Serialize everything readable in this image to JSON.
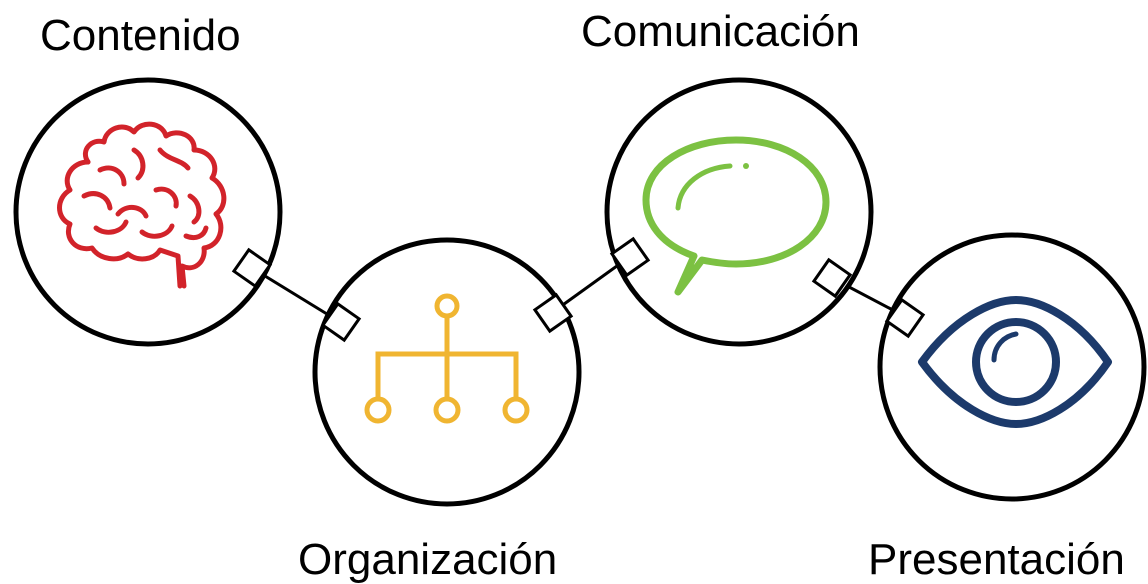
{
  "labels": {
    "contenido": "Contenido",
    "comunicacion": "Comunicación",
    "organizacion": "Organización",
    "presentacion": "Presentación"
  },
  "colors": {
    "brain": "#d2232a",
    "hierarchy": "#f0b531",
    "speech": "#7cc142",
    "eye": "#1c3a6b",
    "outline": "#000000"
  },
  "icons": {
    "contenido": "brain-icon",
    "organizacion": "hierarchy-icon",
    "comunicacion": "speech-bubble-icon",
    "presentacion": "eye-icon"
  }
}
